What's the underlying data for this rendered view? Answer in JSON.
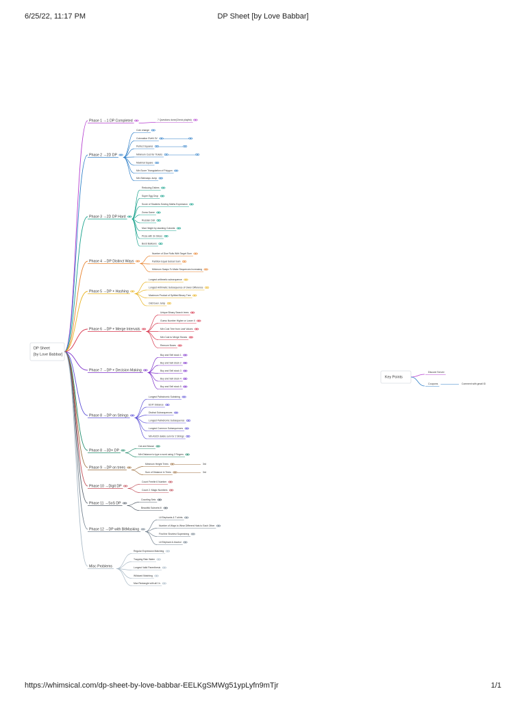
{
  "page": {
    "timestamp": "6/25/22, 11:17 PM",
    "title": "DP Sheet [by Love Babbar]",
    "url": "https://whimsical.com/dp-sheet-by-love-babbar-EELKgSMWg51ypLyfn9mTjr",
    "page_number": "1/1"
  },
  "root": {
    "line1": "DP Sheet",
    "line2": "[by Love Babbar]"
  },
  "phases": [
    {
      "label": "Phase 1 →1 DP Completed",
      "color": "#b43ccf",
      "items": [
        {
          "label": "7 Questions done(Check playlist)"
        }
      ]
    },
    {
      "label": "Phase 2 →2D DP",
      "color": "#2f7fc8",
      "items": [
        {
          "label": "Coin change"
        },
        {
          "label": "Coinnation SVeN 3V"
        },
        {
          "label": "Perfect Squares"
        },
        {
          "label": "Minimum Cost for Tickets"
        },
        {
          "label": "Maximal Square"
        },
        {
          "label": "Min Score Triangulation of Polygon"
        },
        {
          "label": "Min Sideways Jump"
        }
      ]
    },
    {
      "label": "Phase 3 →2D DP Hard",
      "color": "#14a08a",
      "items": [
        {
          "label": "Reducing Dishes"
        },
        {
          "label": "Super Egg Drop"
        },
        {
          "label": "Score of Students Solving Maths Expression"
        },
        {
          "label": "Zuma Game"
        },
        {
          "label": "Russian Doll"
        },
        {
          "label": "Max Height by stacking Cuboids"
        },
        {
          "label": "Pizza with 3n Slices"
        },
        {
          "label": "Burst Balloons"
        }
      ]
    },
    {
      "label": "Phase 4 →DP Distinct Ways",
      "color": "#e8802a",
      "items": [
        {
          "label": "Number of Dice Rolls With Target Sum"
        },
        {
          "label": "Partition Equal Subset Sum"
        },
        {
          "label": "Minimum Swaps To Make Sequences Increasing"
        }
      ]
    },
    {
      "label": "Phase 5 →DP + Hashing",
      "color": "#e8b21c",
      "items": [
        {
          "label": "Longest arithmetic subsequence"
        },
        {
          "label": "Longest Arithmetic Subsequence of Given Difference"
        },
        {
          "label": "Maximum Product of Splitted Binary Tree"
        },
        {
          "label": "Odd Even Jump"
        }
      ]
    },
    {
      "label": "Phase 6 →DP + Merge Intervals",
      "color": "#d6334a",
      "items": [
        {
          "label": "Unique Binary Search trees"
        },
        {
          "label": "Guess Number Higher or Lower II"
        },
        {
          "label": "Min Cost Tree from Leaf Values"
        },
        {
          "label": "Min Cost to Merge Stones"
        },
        {
          "label": "Remove Boxes"
        }
      ]
    },
    {
      "label": "Phase 7 →DP + Decision Making",
      "color": "#7a2bc9",
      "items": [
        {
          "label": "Buy and Sell stock 1"
        },
        {
          "label": "Buy and Sell stock 2"
        },
        {
          "label": "Buy and Sell stock 3"
        },
        {
          "label": "Buy and Sell stock 4"
        },
        {
          "label": "Buy and Sell stock 5"
        }
      ]
    },
    {
      "label": "Phase 8 →DP on Strings",
      "color": "#5b4fd6",
      "items": [
        {
          "label": "Longest Palindromic Substring"
        },
        {
          "label": "EDIT Distance"
        },
        {
          "label": "Distinct Subsequences"
        },
        {
          "label": "Longest Palindromic Subsequence"
        },
        {
          "label": "Longest Common Subsequences"
        },
        {
          "label": "Min ASCII delete sum for 2 Strings"
        }
      ]
    },
    {
      "label": "Phase 8 →3D+ DP",
      "color": "#1f8a6a",
      "items": [
        {
          "label": "Cat and Mouse"
        },
        {
          "label": "Min Distance to type a word using 2 Fingers"
        }
      ]
    },
    {
      "label": "Phase 9 →DP on trees",
      "color": "#9a6b3a",
      "items": [
        {
          "label": "Minimum Height Trees",
          "sub": "3rd"
        },
        {
          "label": "Sum of Distance in Trees",
          "sub": "3rd"
        }
      ]
    },
    {
      "label": "Phase 10 →Digit DP",
      "color": "#c04a55",
      "items": [
        {
          "label": "Count Freelie 6 Number"
        },
        {
          "label": "Count 2: Magic Numbers"
        }
      ]
    },
    {
      "label": "Phase 11 →SoS DP",
      "color": "#505a66",
      "items": [
        {
          "label": "Counting Sets"
        },
        {
          "label": "Beautiful Subsets III"
        }
      ]
    },
    {
      "label": "Phase 12 →DP with BitMasking",
      "color": "#6f7e8c",
      "items": [
        {
          "label": "Lil Elephants & T-shirts"
        },
        {
          "label": "Number of Ways to Wear Different Hats to Each Other"
        },
        {
          "label": "Find the Shortest Superstring"
        },
        {
          "label": "Lil Elephant & Alcohol"
        }
      ]
    },
    {
      "label": "Misc Problems",
      "color": "#a9b9c6",
      "items": [
        {
          "label": "Regular Expression Matching"
        },
        {
          "label": "Trapping Rain Water"
        },
        {
          "label": "Longest Valid Parenthesis"
        },
        {
          "label": "Wildcard Matching"
        },
        {
          "label": "Max Rectangle with all 1's"
        }
      ]
    }
  ],
  "key_points": {
    "label": "Key Points",
    "items": [
      {
        "label": "Discord Server",
        "color": "#b43ccf"
      },
      {
        "label": "Coupons",
        "color": "#2f7fc8",
        "sub": "Comment with gmail ID"
      }
    ]
  }
}
